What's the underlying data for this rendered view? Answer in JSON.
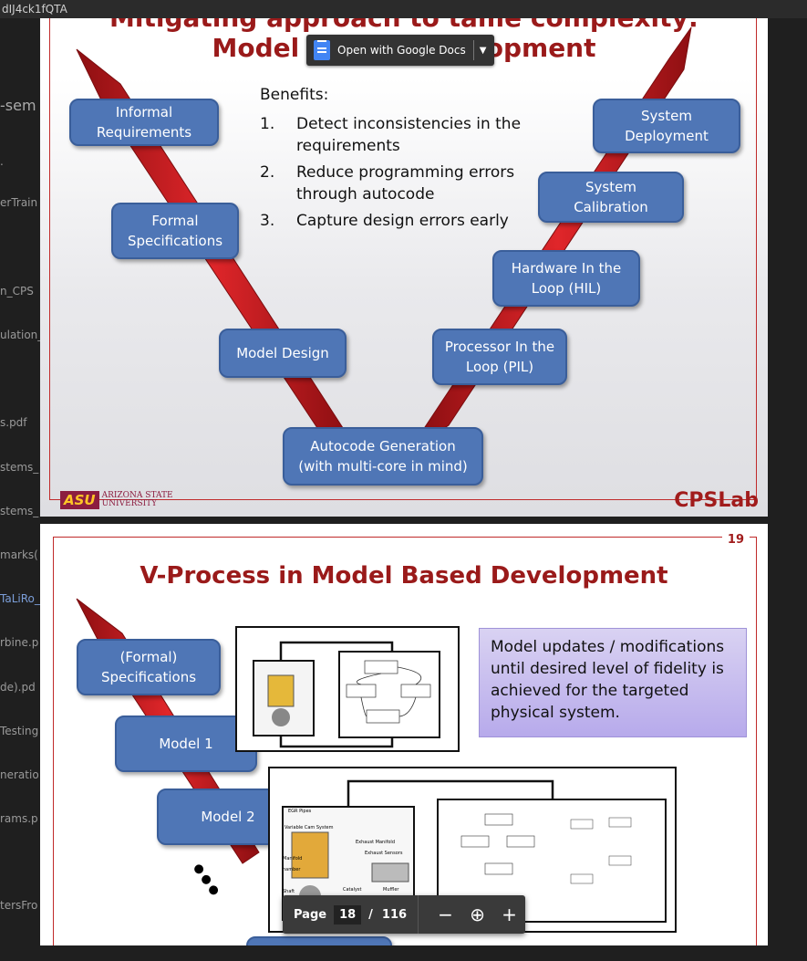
{
  "window": {
    "url_fragment": "dIJ4ck1fQTA"
  },
  "sidebar": {
    "items": [
      "-sem",
      ".",
      "erTrain",
      "n_CPS",
      "ulation_",
      "s.pdf",
      "stems_",
      "stems_",
      "marks(",
      "TaLiRo_",
      "rbine.p",
      "de).pd",
      "Testing",
      "neratio",
      "rams.p",
      "tersFro"
    ]
  },
  "slide1": {
    "title_line1": "Mitigating approach to tame complexity:",
    "title_line2": "Model Based Development",
    "boxes": {
      "informal": "Informal\nRequirements",
      "formal": "Formal\nSpecifications",
      "model_design": "Model Design",
      "autocode": "Autocode Generation\n(with multi-core in mind)",
      "pil": "Processor In the\nLoop (PIL)",
      "hil": "Hardware In the\nLoop (HIL)",
      "calibration": "System\nCalibration",
      "deployment": "System\nDeployment"
    },
    "benefits_heading": "Benefits:",
    "benefits": [
      {
        "num": "1.",
        "text": "Detect inconsistencies in the requirements"
      },
      {
        "num": "2.",
        "text": "Reduce programming errors through autocode"
      },
      {
        "num": "3.",
        "text": "Capture design errors early"
      }
    ],
    "asu_mark": "ASU",
    "asu_line1": "ARIZONA STATE",
    "asu_line2": "UNIVERSITY",
    "cps_logo": "CPSLab"
  },
  "google_docs": {
    "label": "Open with Google Docs"
  },
  "slide2": {
    "page_number": "19",
    "title": "V-Process in Model Based Development",
    "boxes": {
      "formal": "(Formal)\nSpecifications",
      "model1": "Model 1",
      "model2": "Model 2"
    },
    "callout": "Model updates / modifications until desired level of fidelity is achieved for the targeted physical system.",
    "engine_labels": {
      "egr": "EGR Pipes",
      "cam": "Variable Cam System",
      "exhaust": "Exhaust Manifold",
      "sensors": "Exhaust Sensors",
      "manifold": "Manifold",
      "chamber": "hamber",
      "shaft": "Shaft",
      "catalyst": "Catalyst",
      "muffler": "Muffler"
    }
  },
  "pager": {
    "label": "Page",
    "current": "18",
    "sep": "/",
    "total": "116"
  }
}
